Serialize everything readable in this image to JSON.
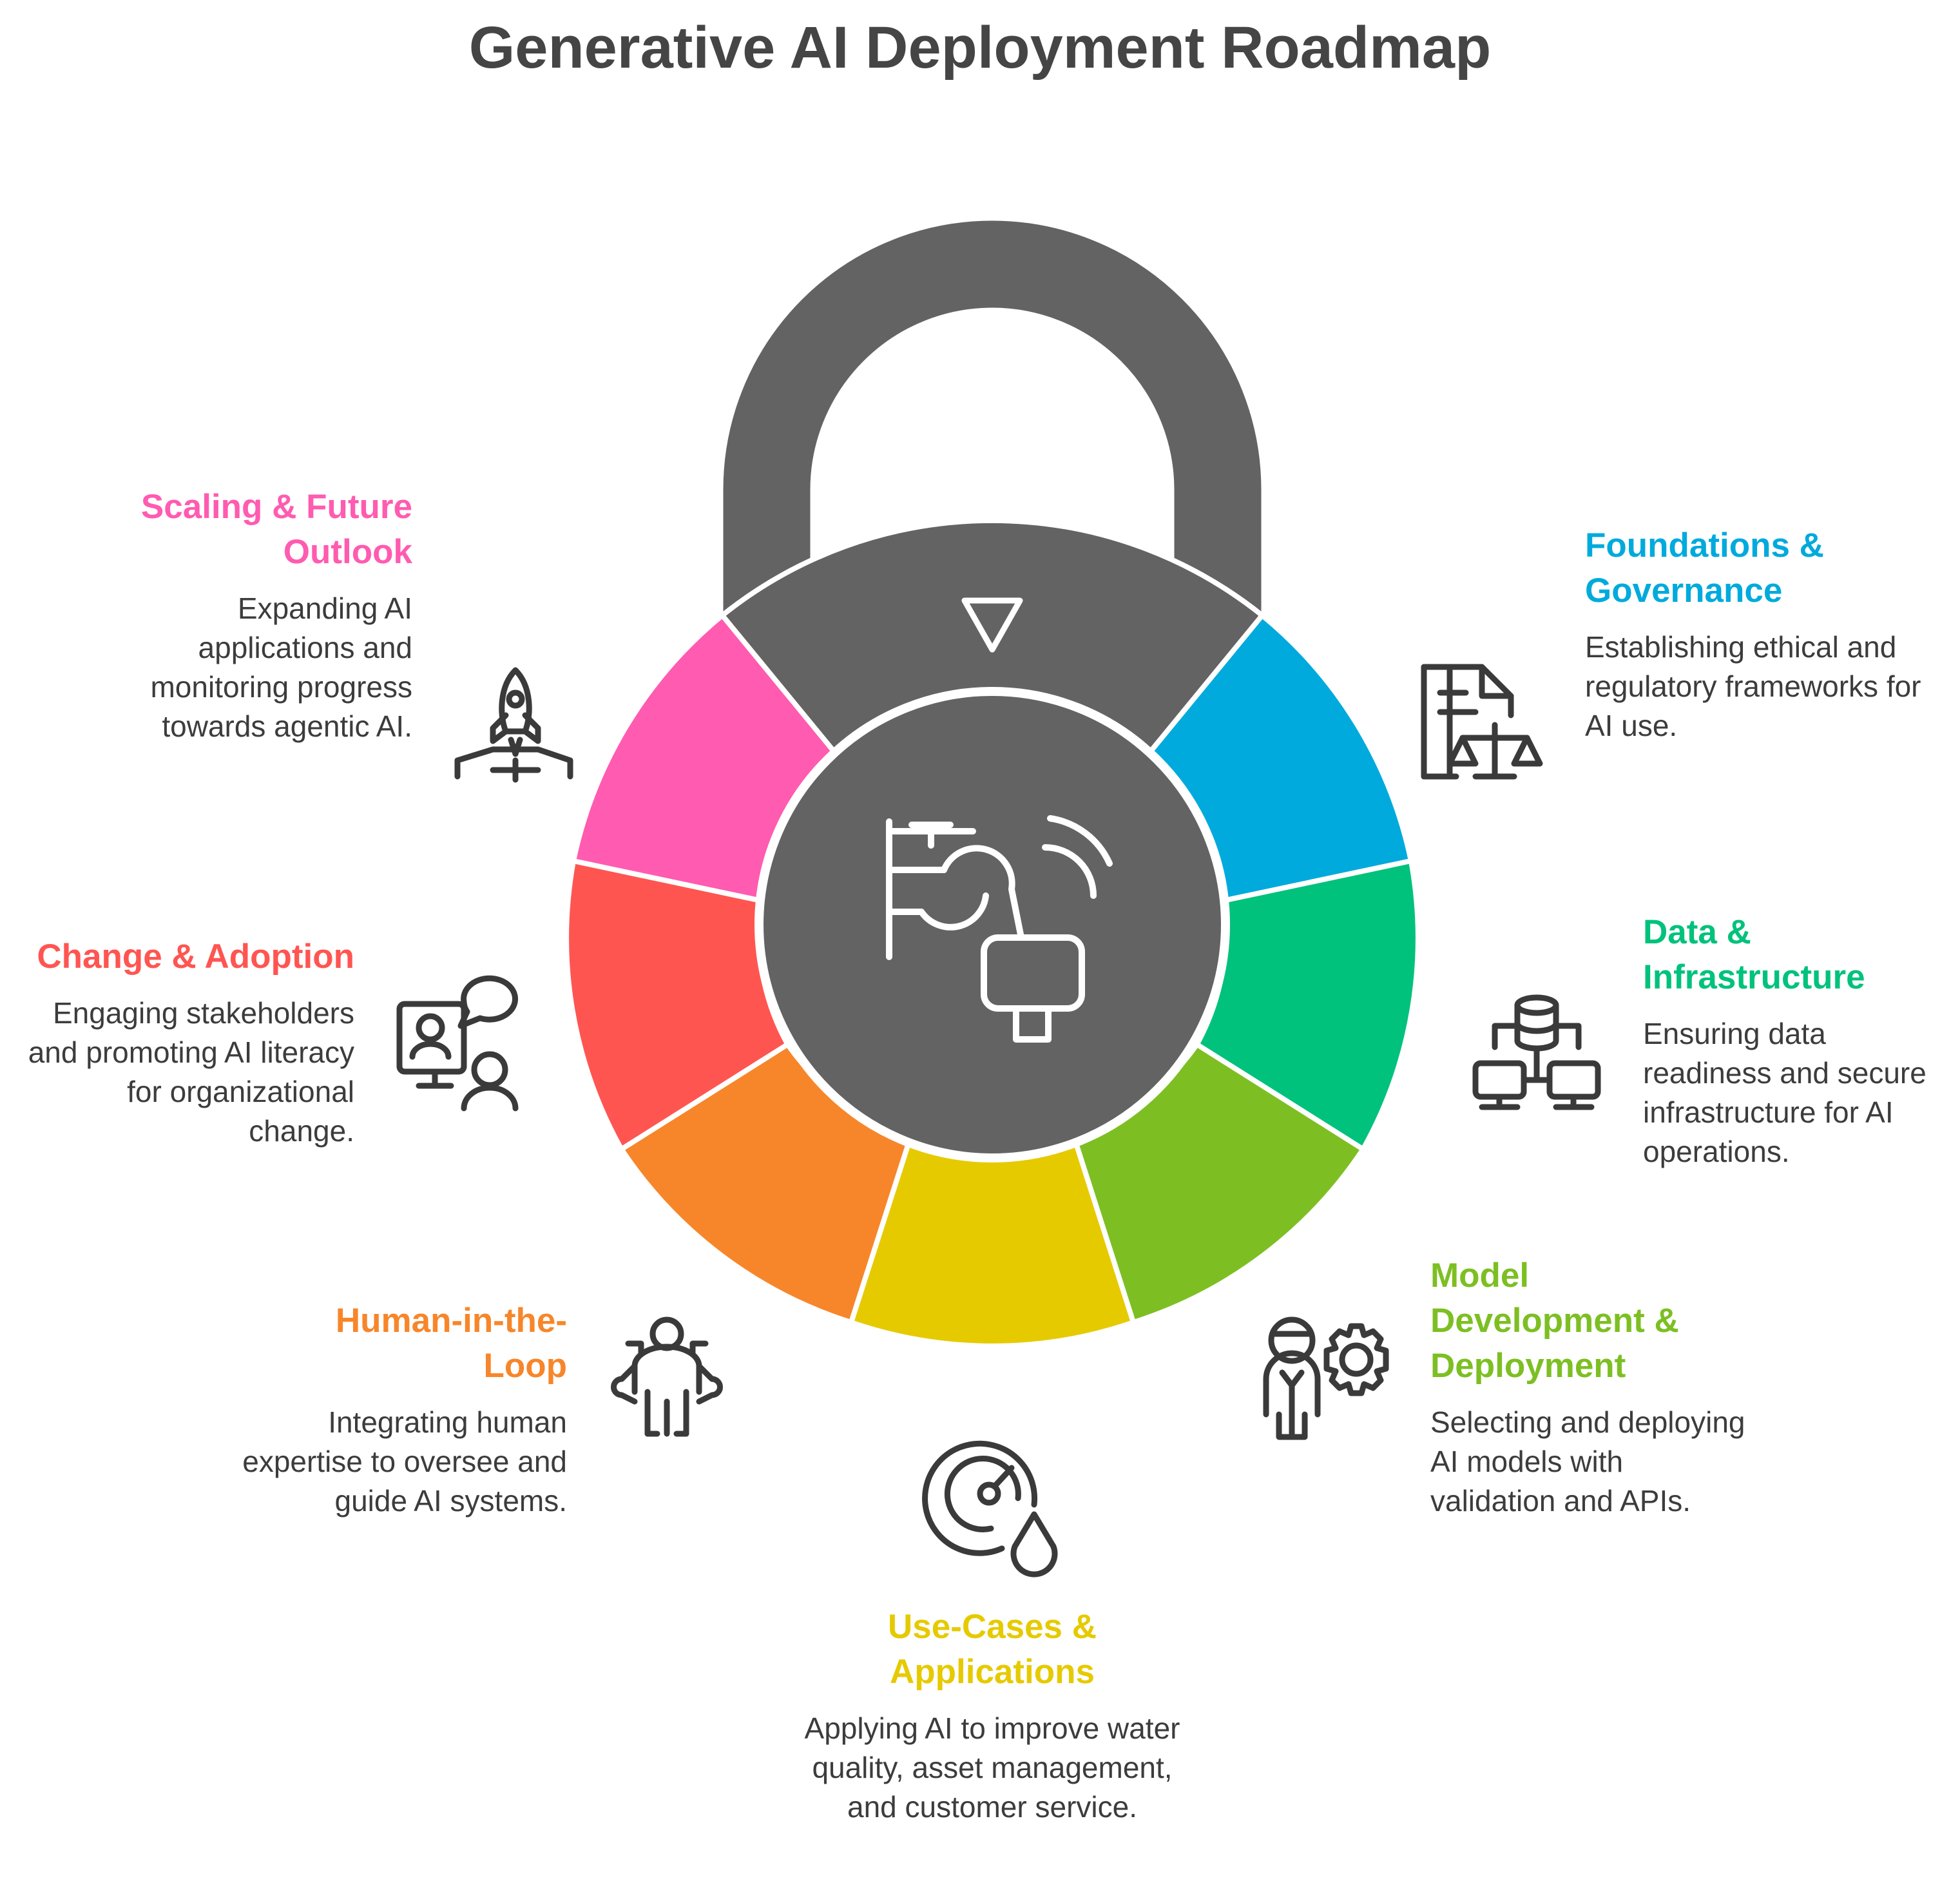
{
  "title": "Generative AI Deployment Roadmap",
  "colors": {
    "lock": "#636363",
    "icon_stroke": "#3a3a3a",
    "pink": "#ff5bb0",
    "blue": "#00aadd",
    "green": "#00c27c",
    "lime": "#7dbf23",
    "yellow": "#e6ca00",
    "orange": "#f7862a",
    "red": "#ff5551"
  },
  "sections": {
    "foundations": {
      "title": "Foundations & Governance",
      "title_lines": [
        "Foundations &",
        "Governance"
      ],
      "description": "Establishing ethical and regulatory frameworks for AI use.",
      "icon": "document-scales-icon"
    },
    "data": {
      "title": "Data & Infrastructure",
      "title_lines": [
        "Data &",
        "Infrastructure"
      ],
      "description": "Ensuring data readiness and secure infrastructure for AI operations.",
      "icon": "database-network-icon"
    },
    "model": {
      "title": "Model Development & Deployment",
      "title_lines": [
        "Model",
        "Development &",
        "Deployment"
      ],
      "description": "Selecting and deploying AI models with validation and APIs.",
      "icon": "person-gear-icon"
    },
    "usecases": {
      "title": "Use-Cases & Applications",
      "title_lines": [
        "Use-Cases &",
        "Applications"
      ],
      "description": "Applying AI to improve water quality, asset management, and customer service.",
      "icon": "gauge-drop-icon"
    },
    "human": {
      "title": "Human-in-the-Loop",
      "title_lines": [
        "Human-in-the-",
        "Loop"
      ],
      "description": "Integrating human expertise to oversee and guide AI systems.",
      "icon": "person-circuit-icon"
    },
    "change": {
      "title": "Change & Adoption",
      "title_lines": [
        "Change & Adoption"
      ],
      "description": "Engaging stakeholders and promoting AI literacy for organizational change.",
      "icon": "screen-chat-person-icon"
    },
    "scaling": {
      "title": "Scaling & Future Outlook",
      "title_lines": [
        "Scaling & Future",
        "Outlook"
      ],
      "description": "Expanding AI applications and monitoring progress towards agentic AI.",
      "icon": "rocket-launch-icon"
    }
  },
  "center_icon": "water-tap-wireless-icon",
  "top_icon": "triangle-down-icon"
}
